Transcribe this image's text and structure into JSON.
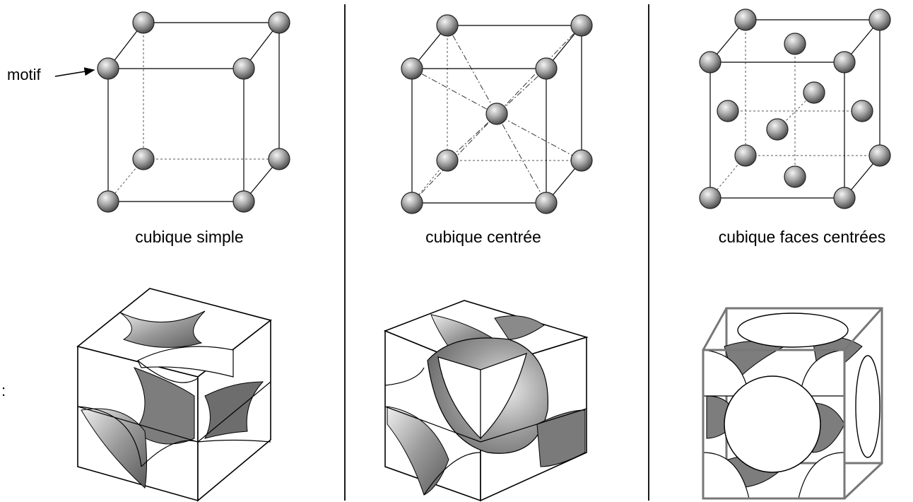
{
  "labels": {
    "motif": "motif",
    "side_mark": ":"
  },
  "panels": [
    {
      "id": "simple",
      "caption": "cubique simple"
    },
    {
      "id": "centered",
      "caption": "cubique centrée"
    },
    {
      "id": "fcc",
      "caption": "cubique faces centrées"
    }
  ],
  "colors": {
    "sphere_light": "#f2f2f2",
    "sphere_mid": "#9a9a9a",
    "sphere_dark": "#3a3a3a",
    "void_shade": "#7d7d7d",
    "fcc_frame": "#777777"
  }
}
